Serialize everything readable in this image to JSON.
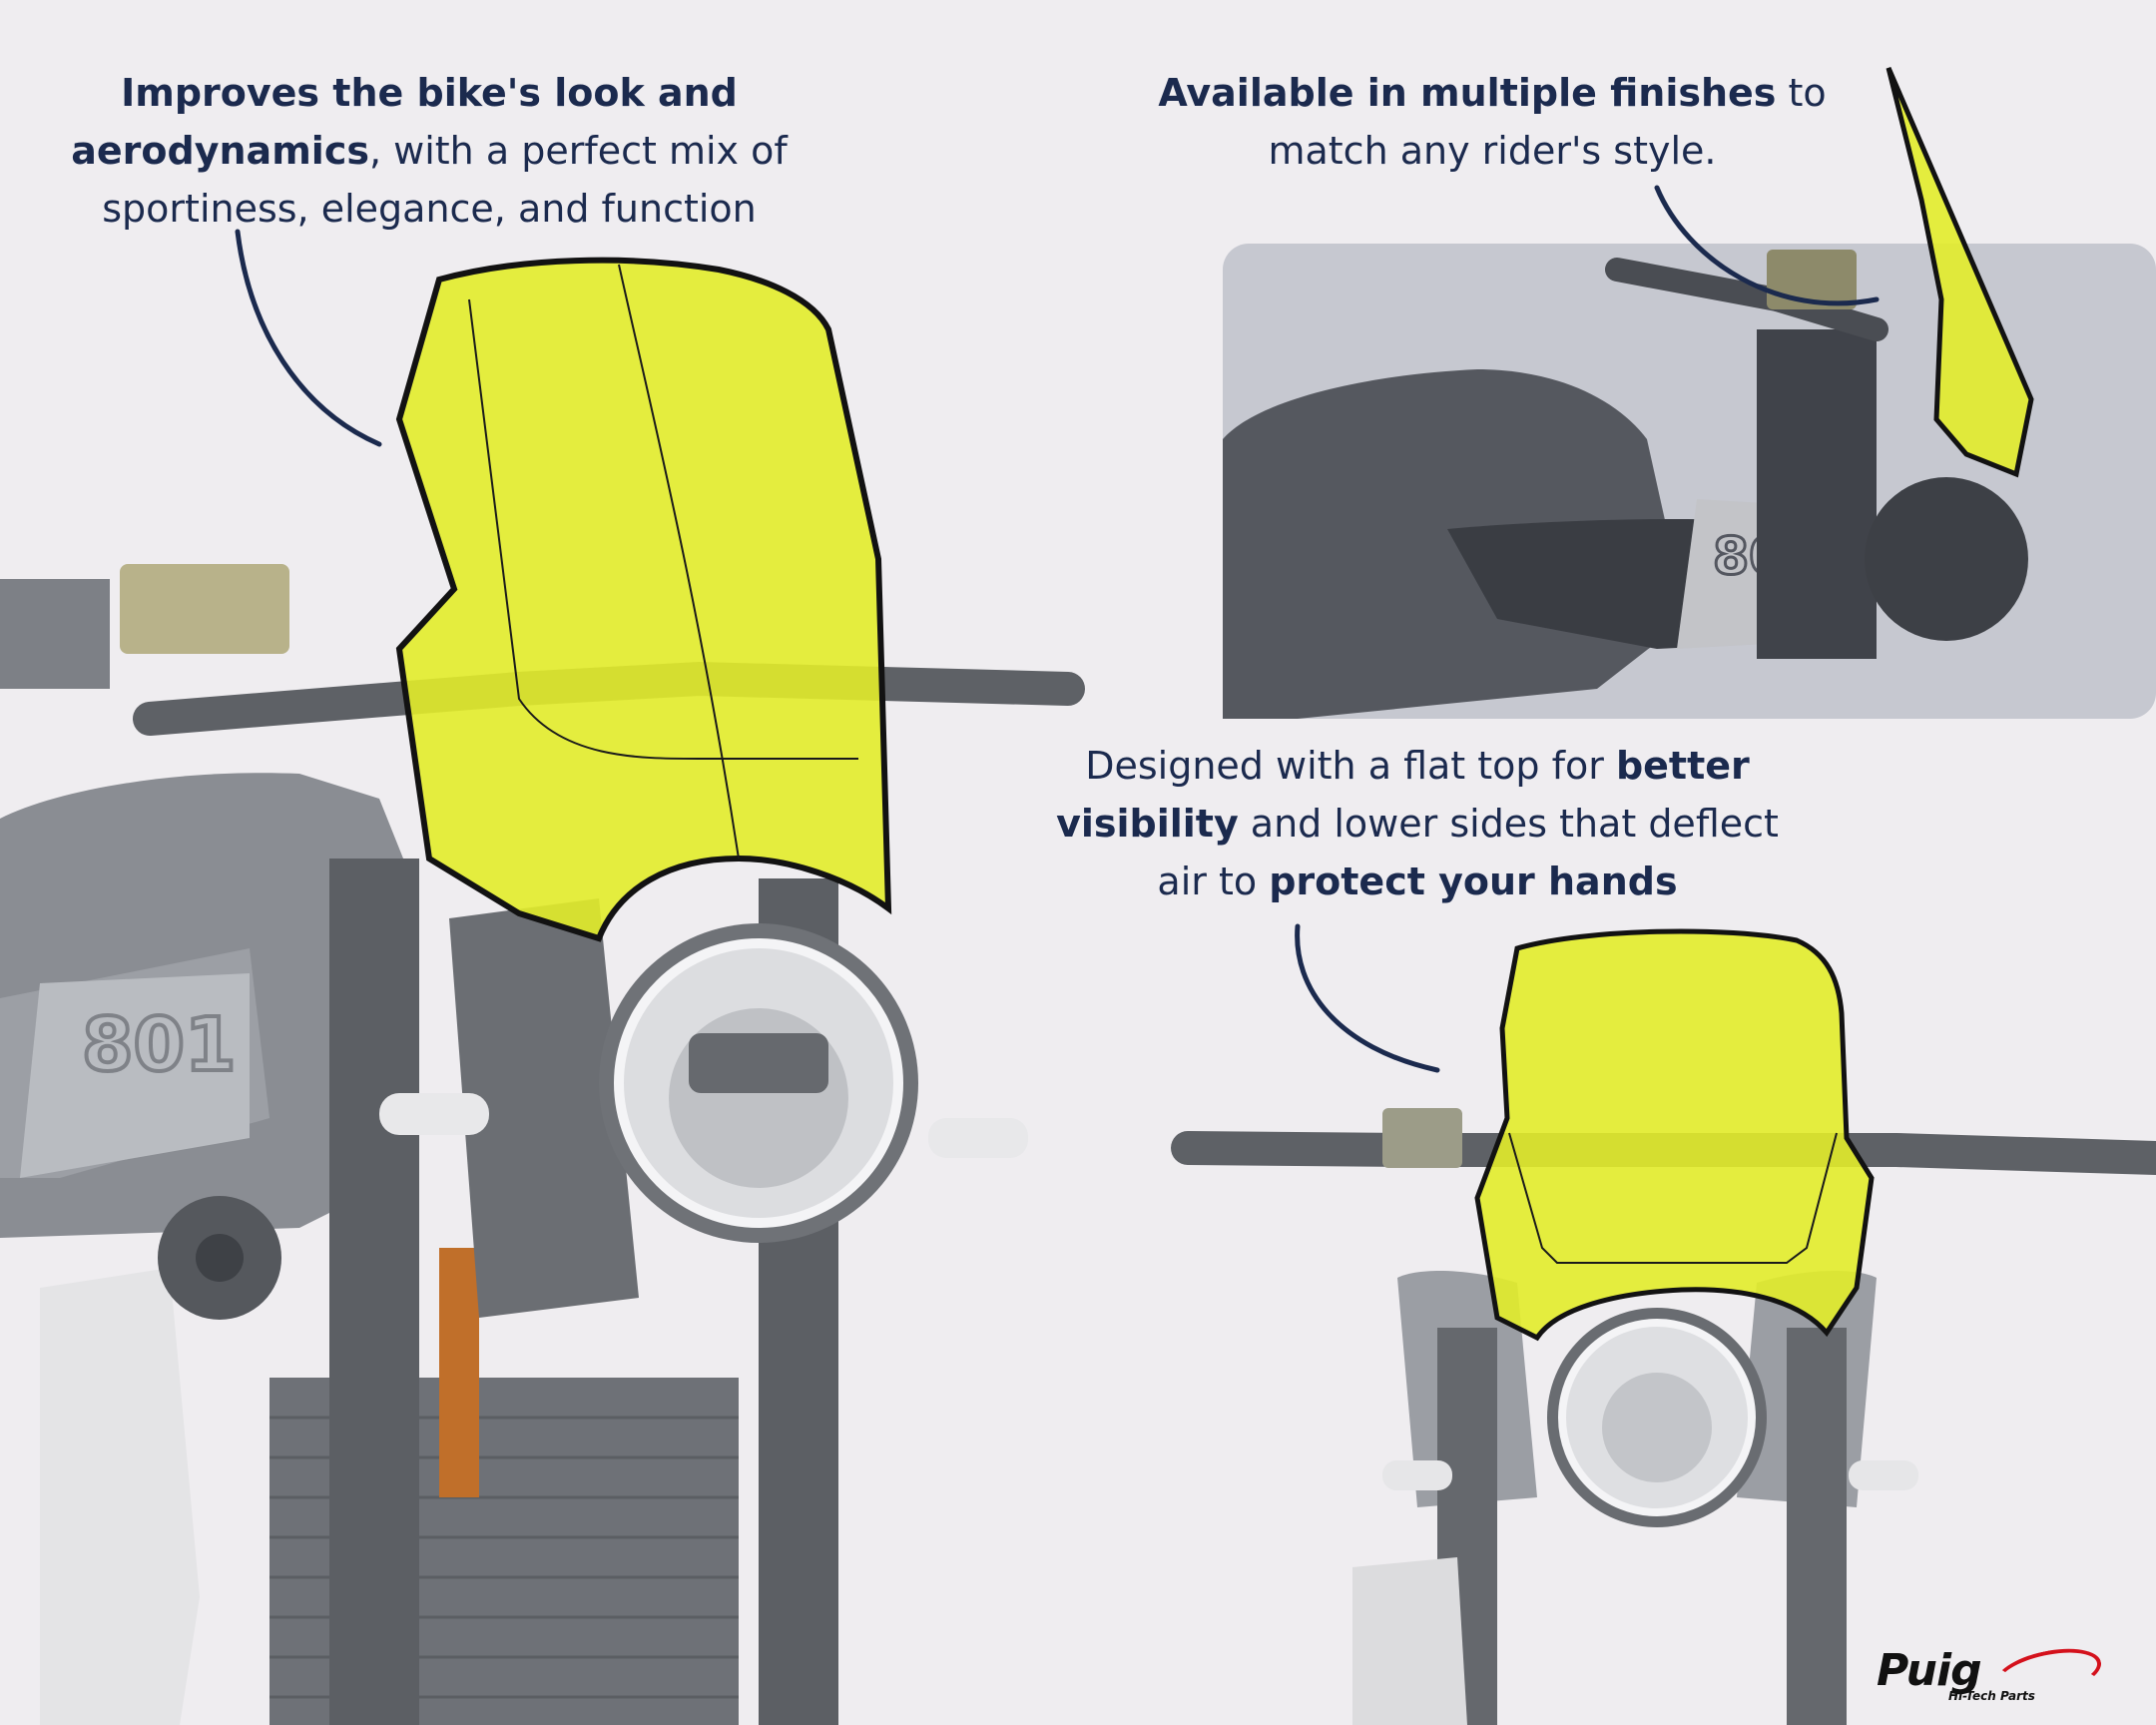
{
  "captions": {
    "left": {
      "bold1": "Improves the bike's look and",
      "bold2": "aerodynamics",
      "rest1": ", with a perfect mix of",
      "rest2": "sportiness, elegance, and function"
    },
    "right": {
      "bold1": "Available in multiple finishes",
      "rest1": " to",
      "rest2": "match any rider's style."
    },
    "middle": {
      "rest1": "Designed with a flat top for ",
      "bold1": "better",
      "bold2": "visibility",
      "rest2": " and lower sides that deflect",
      "rest3": "air to ",
      "bold3": "protect your hands"
    }
  },
  "photo_badges": {
    "main_tank": "801",
    "inset_tank": "801"
  },
  "brand": {
    "name": "Puig",
    "tagline": "Hi-Tech Parts"
  },
  "colors": {
    "background": "#efedf0",
    "text": "#1b2a4e",
    "windscreen": "#e2ec2a",
    "bike": "#8d9096",
    "accent": "#d4111c"
  }
}
